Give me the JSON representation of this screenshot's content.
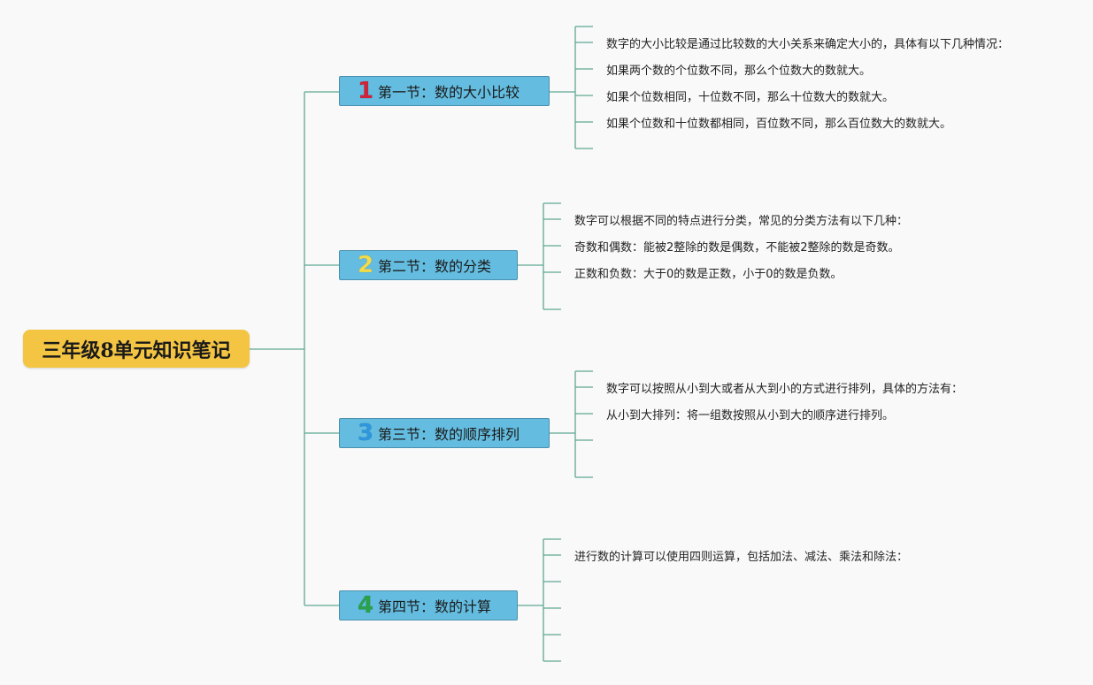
{
  "root": {
    "title": "三年级8单元知识笔记"
  },
  "sections": [
    {
      "number": "1",
      "number_color": "#d0243a",
      "title": "第一节：数的大小比较",
      "points": [
        "数字的大小比较是通过比较数的大小关系来确定大小的，具体有以下几种情况：",
        "如果两个数的个位数不同，那么个位数大的数就大。",
        "如果个位数相同，十位数不同，那么十位数大的数就大。",
        "如果个位数和十位数都相同，百位数不同，那么百位数大的数就大。"
      ]
    },
    {
      "number": "2",
      "number_color": "#f3dc4c",
      "title": "第二节：数的分类",
      "points": [
        "数字可以根据不同的特点进行分类，常见的分类方法有以下几种：",
        "奇数和偶数：能被2整除的数是偶数，不能被2整除的数是奇数。",
        "正数和负数：大于0的数是正数，小于0的数是负数。"
      ]
    },
    {
      "number": "3",
      "number_color": "#2f97de",
      "title": "第三节：数的顺序排列",
      "points": [
        "数字可以按照从小到大或者从大到小的方式进行排列，具体的方法有：",
        "从小到大排列：将一组数按照从小到大的顺序进行排列。"
      ]
    },
    {
      "number": "4",
      "number_color": "#2aa24b",
      "title": "第四节：数的计算",
      "points": [
        "进行数的计算可以使用四则运算，包括加法、减法、乘法和除法："
      ]
    }
  ],
  "colors": {
    "connector": "#5fa893",
    "root_fill": "#f4c542",
    "section_fill": "#64bde0"
  }
}
